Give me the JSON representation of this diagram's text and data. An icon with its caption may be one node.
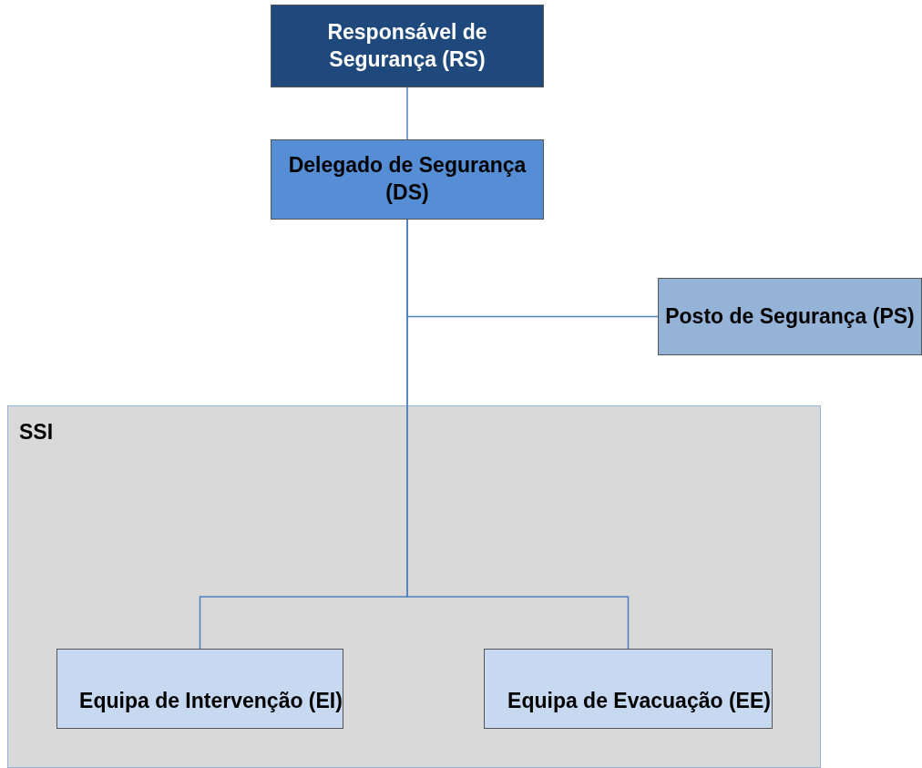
{
  "diagram": {
    "nodes": [
      {
        "text": [
          "Responsável de Segurança (RS)"
        ]
      },
      {
        "text": [
          "Delegado de Segurança (DS)"
        ]
      },
      {
        "text": [
          "Posto de Segurança (PS)"
        ]
      },
      {
        "text": [
          "SSI"
        ]
      },
      {
        "text": [
          "Equipa de Intervenção (EI)"
        ],
        "in": 3
      },
      {
        "text": [
          "Equipa de Evacuação (EE)"
        ],
        "in": 3
      }
    ],
    "edges": [
      {
        "from": 0,
        "to": 1,
        "arrow": "none"
      },
      {
        "from": 1,
        "to": 2,
        "arrow": "none"
      },
      {
        "from": 1,
        "to": 4,
        "arrow": "none"
      },
      {
        "from": 1,
        "to": 5,
        "arrow": "none"
      }
    ]
  }
}
